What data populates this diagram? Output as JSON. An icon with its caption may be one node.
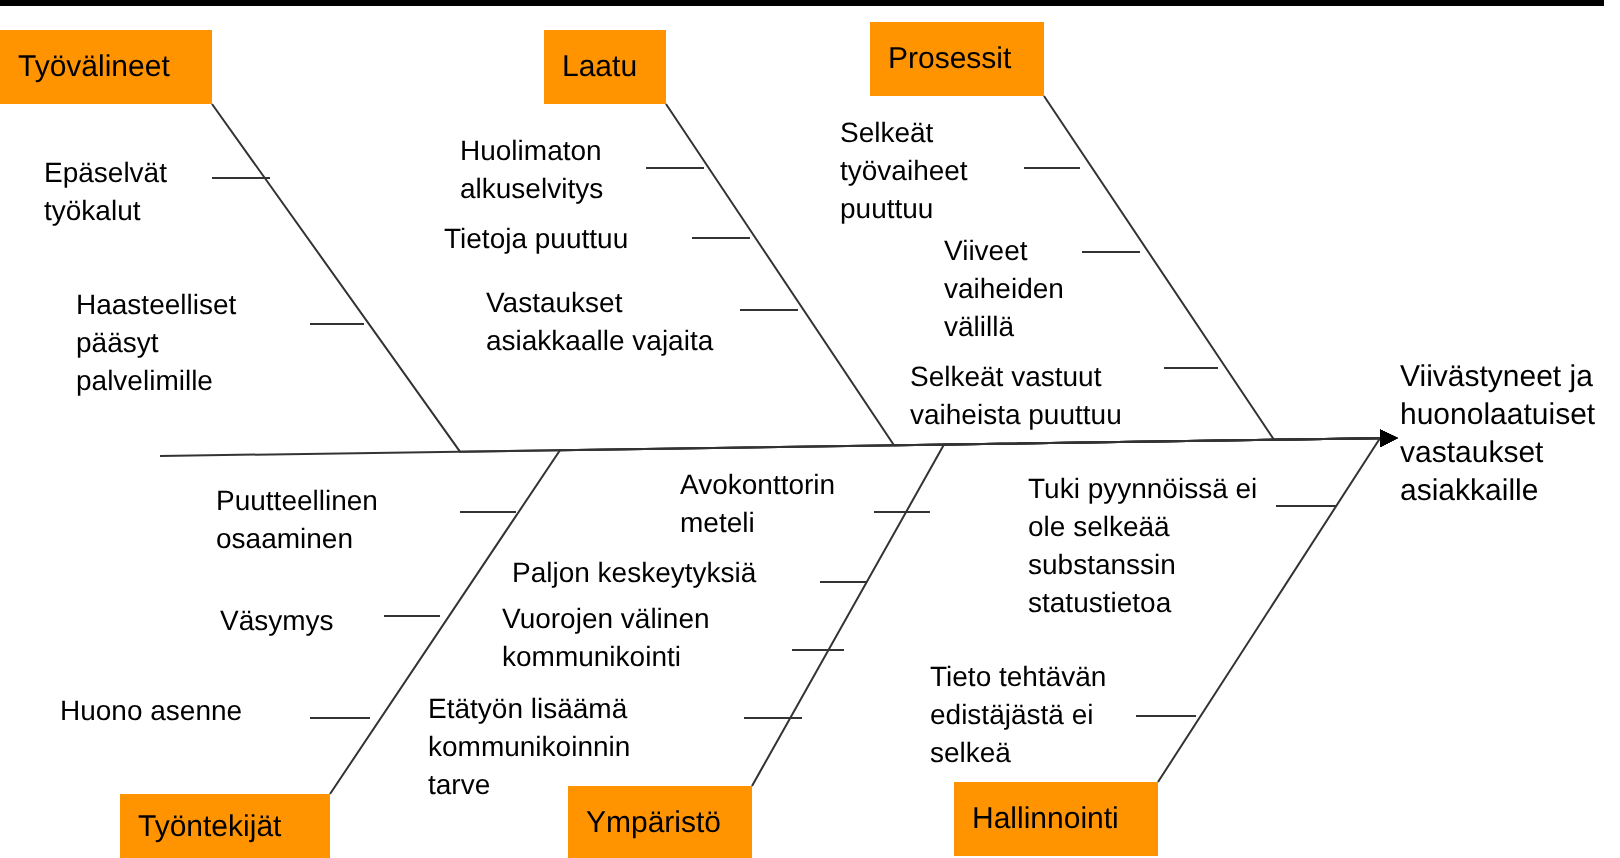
{
  "diagram": {
    "nodes": [
      {
        "text": [
          "Työvälineet"
        ]
      },
      {
        "text": [
          "Laatu"
        ]
      },
      {
        "text": [
          "Prosessit"
        ]
      },
      {
        "text": [
          "Työntekijät"
        ]
      },
      {
        "text": [
          "Ympäristö"
        ]
      },
      {
        "text": [
          "Hallinnointi"
        ]
      },
      {
        "text": [
          "Viivästyneet ja huonolaatuiset vastaukset asiakkaille"
        ]
      }
    ],
    "edges": [
      {
        "from": null,
        "to": 6,
        "arrow": "to"
      },
      {
        "from": 0,
        "to": 6,
        "arrow": "to"
      },
      {
        "from": 1,
        "to": 6,
        "arrow": "to"
      },
      {
        "from": 2,
        "to": 6,
        "arrow": "to"
      },
      {
        "from": 3,
        "to": 6,
        "arrow": "to"
      },
      {
        "from": 4,
        "to": 6,
        "arrow": "to"
      },
      {
        "from": 5,
        "to": 6,
        "arrow": "to"
      }
    ],
    "labels": [
      "Epäselvät työkalut",
      "Haasteelliset pääsyt palvelimille",
      "Huolimaton alkuselvitys",
      "Tietoja puuttuu",
      "Vastaukset asiakkaalle vajaita",
      "Selkeät työvaiheet puuttuu",
      "Viiveet vaiheiden välillä",
      "Selkeät vastuut vaiheista puuttuu",
      "Puutteellinen osaaminen",
      "Väsymys",
      "Huono asenne",
      "Avokonttorin meteli",
      "Paljon keskeytyksiä",
      "Vuorojen välinen kommunikointi",
      "Etätyön lisäämä kommunikoinnin tarve",
      "Tuki pyynnöissä ei ole selkeää substanssin statustietoa",
      "Tieto tehtävän edistäjästä ei selkeä"
    ]
  }
}
